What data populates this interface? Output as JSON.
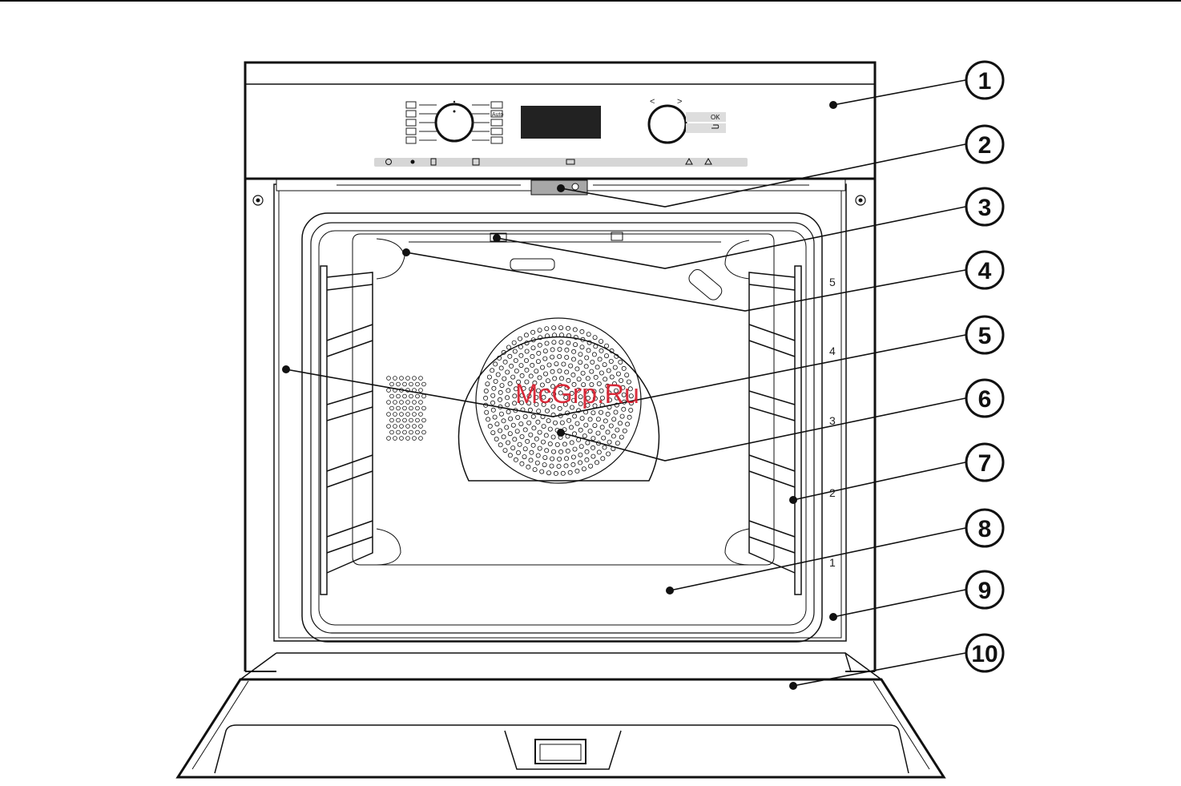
{
  "watermark": "McGrp.Ru",
  "control_panel": {
    "ok_label": "OK",
    "auto_label": "Auto",
    "left_arrow": "<",
    "right_arrow": ">"
  },
  "shelf_levels": [
    "5",
    "4",
    "3",
    "2",
    "1"
  ],
  "callouts": [
    "1",
    "2",
    "3",
    "4",
    "5",
    "6",
    "7",
    "8",
    "9",
    "10"
  ]
}
